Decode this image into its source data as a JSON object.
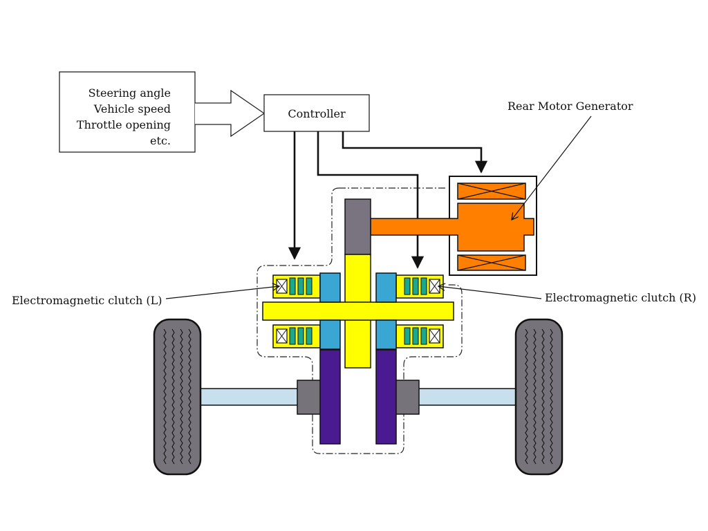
{
  "inputs_box": {
    "lines": [
      "Steering angle",
      "Vehicle speed",
      "Throttle opening",
      "etc."
    ]
  },
  "controller": {
    "label": "Controller"
  },
  "labels": {
    "rear_motor_generator": "Rear Motor Generator",
    "clutch_left": "Electromagnetic clutch (L)",
    "clutch_right": "Electromagnetic clutch (R)"
  },
  "colors": {
    "motor": "#ff8000",
    "shaft_yellow": "#ffff00",
    "clutch_blue": "#3aa6d4",
    "gear_purple": "#4a1a90",
    "gear_gray": "#7a7480",
    "axle": "#c8e0ee",
    "tire": "#77737a",
    "coil_green": "#1aa890"
  }
}
